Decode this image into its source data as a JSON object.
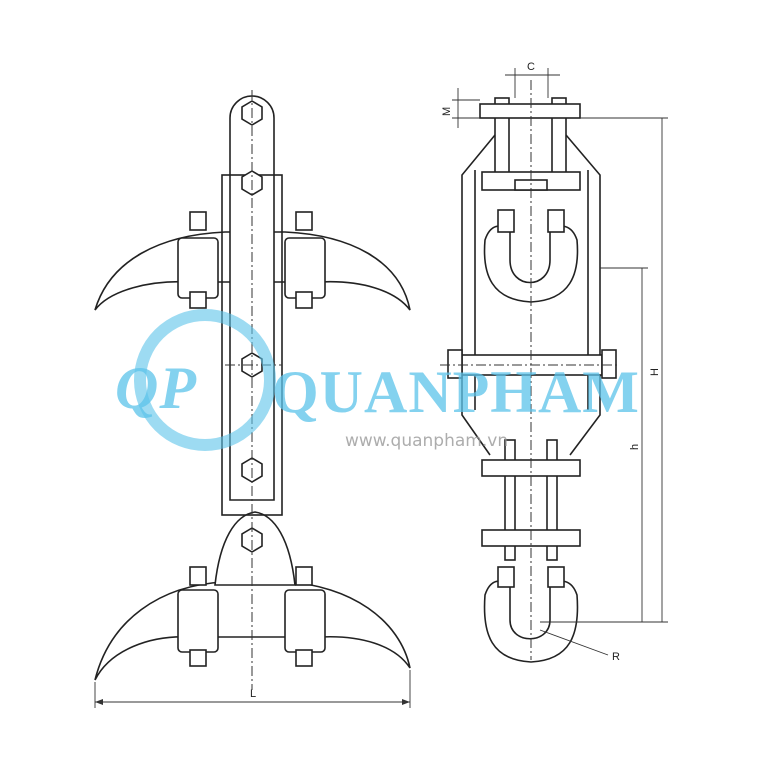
{
  "labels": {
    "L": "L",
    "C": "C",
    "M": "M",
    "H": "H",
    "h": "h",
    "R": "R"
  },
  "watermark": {
    "logo_text": "QP",
    "brand": "QUANPHAM",
    "url": "www.quanpham.vn",
    "color": "#5cc3ea"
  }
}
